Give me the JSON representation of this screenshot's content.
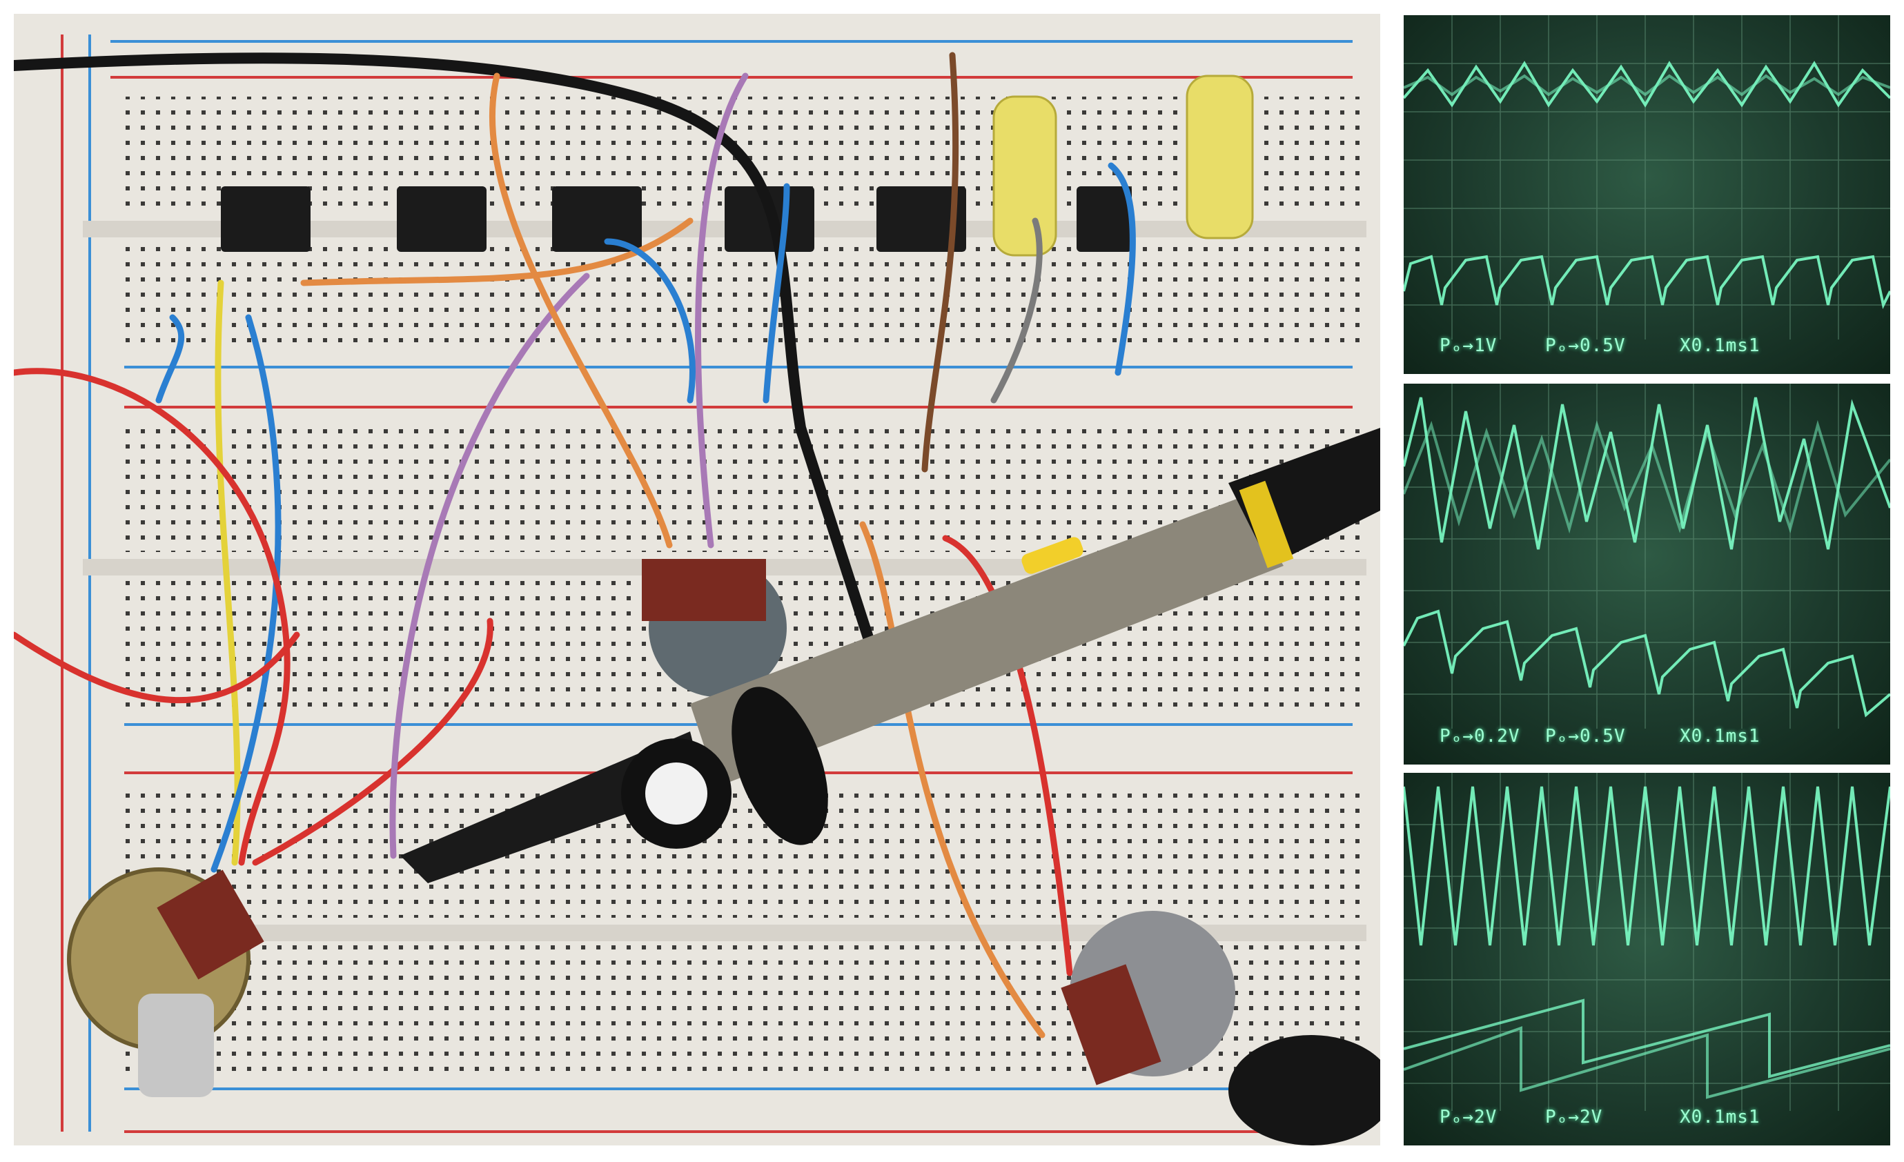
{
  "image": {
    "kind": "photo-composite",
    "left_photo": "breadboard circuit with ICs, colored jumper wires, potentiometers and an oscilloscope probe",
    "right_photos": "three oscilloscope screen captures with green traces"
  },
  "colors": {
    "board": "#e9e6df",
    "rail_red": "#d23b3b",
    "rail_blue": "#3b8fd6",
    "trace": "#7dffc8",
    "screen_bg": "#1c3a2c"
  },
  "scopes": [
    {
      "ch1": "Pₒ→1V",
      "ch2": "Pₒ→0.5V",
      "time": "X0.1ms1"
    },
    {
      "ch1": "Pₒ→0.2V",
      "ch2": "Pₒ→0.5V",
      "time": "X0.1ms1"
    },
    {
      "ch1": "Pₒ→2V",
      "ch2": "Pₒ→2V",
      "time": "X0.1ms1"
    }
  ]
}
